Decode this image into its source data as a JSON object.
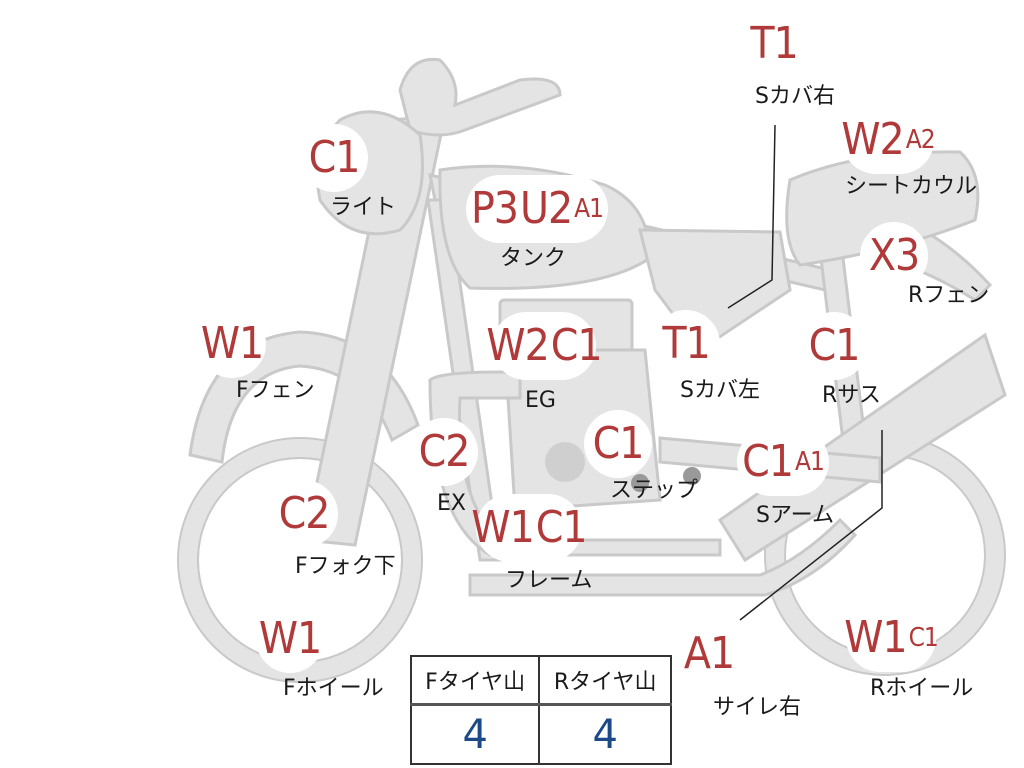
{
  "badges": {
    "light": [
      "C1"
    ],
    "tank": [
      "P3",
      "U2"
    ],
    "tank_sub": "A1",
    "scover_right": [
      "T1"
    ],
    "seatcowl": [
      "W2"
    ],
    "seatcowl_sub": "A2",
    "rfender": [
      "X3"
    ],
    "ffender": [
      "W1"
    ],
    "eg": [
      "W2",
      "C1"
    ],
    "scover_left": [
      "T1"
    ],
    "rsus": [
      "C1"
    ],
    "ex": [
      "C2"
    ],
    "step": [
      "C1"
    ],
    "sarm": [
      "C1"
    ],
    "sarm_sub": "A1",
    "ffork": [
      "C2"
    ],
    "frame": [
      "W1",
      "C1"
    ],
    "fwheel": [
      "W1"
    ],
    "muffler_right": [
      "A1"
    ],
    "rwheel": [
      "W1"
    ],
    "rwheel_sub": "C1"
  },
  "labels": {
    "light": "ライト",
    "tank": "タンク",
    "scover_right": "Sカバ右",
    "seatcowl": "シートカウル",
    "rfender": "Rフェン",
    "ffender": "Fフェン",
    "eg": "EG",
    "scover_left": "Sカバ左",
    "rsus": "Rサス",
    "ex": "EX",
    "step": "ステップ",
    "sarm": "Sアーム",
    "ffork": "Fフォク下",
    "frame": "フレーム",
    "fwheel": "Fホイール",
    "muffler_right": "サイレ右",
    "rwheel": "Rホイール"
  },
  "tire_table": {
    "headers": [
      "Fタイヤ山",
      "Rタイヤ山"
    ],
    "values": [
      "4",
      "4"
    ]
  },
  "colors": {
    "code": "#b03a3a",
    "tire_value": "#1d4a86",
    "part_fill": "#e4e4e4"
  }
}
